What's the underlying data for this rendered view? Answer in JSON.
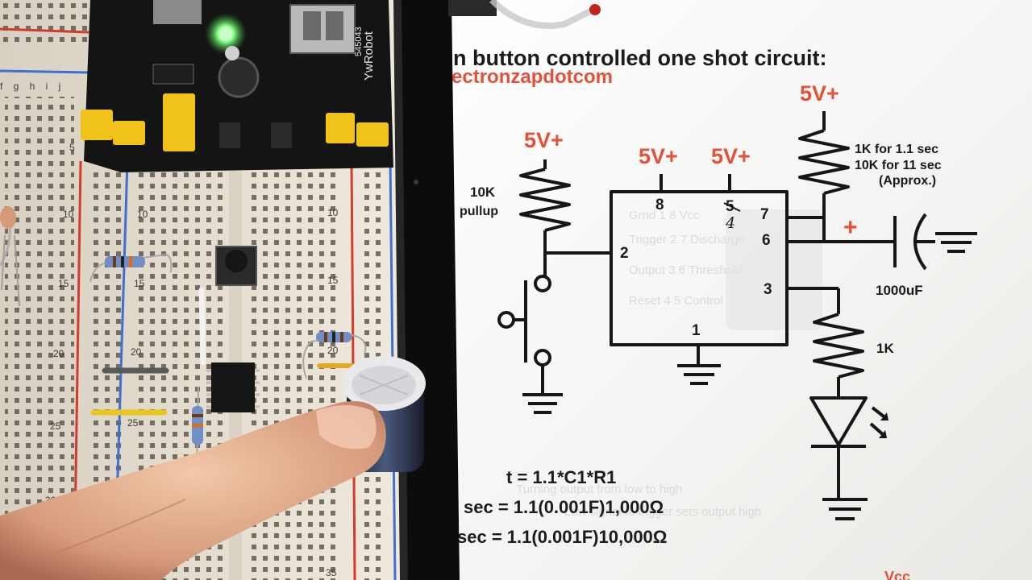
{
  "paper": {
    "title": "n button controlled one shot circuit:",
    "subtitle": "ectronzapdotcom",
    "vcc_labels": [
      "5V+",
      "5V+",
      "5V+",
      "5V+"
    ],
    "pullup_value": "10K",
    "pullup_label": "pullup",
    "timing_resistor": [
      "1K for 1.1 sec",
      "10K for 11 sec",
      "(Approx.)"
    ],
    "pins": [
      "8",
      "5",
      "4",
      "7",
      "6",
      "2",
      "3",
      "1"
    ],
    "cap_polarity": "+",
    "cap_value": "1000uF",
    "led_resistor": "1K",
    "equations": [
      "t = 1.1*C1*R1",
      "sec = 1.1(0.001F)1,000Ω",
      "sec = 1.1(0.001F)10,000Ω"
    ],
    "bottom_corner": "Vcc"
  },
  "breadboard": {
    "column_letters": "f g h i j",
    "row_numbers": [
      "5",
      "10",
      "15",
      "20",
      "25",
      "30",
      "35"
    ],
    "module_text": "YwRobot",
    "module_id": "545043"
  },
  "colors": {
    "paper": "#f4f4f2",
    "breadboard": "#ece6da",
    "rail_red": "#d43a2e",
    "rail_blue": "#3f6fd0",
    "pcb": "#141414",
    "jumper_yellow": "#f1c21a",
    "led_green": "#7cff7c",
    "ink_red": "#e4503a"
  }
}
